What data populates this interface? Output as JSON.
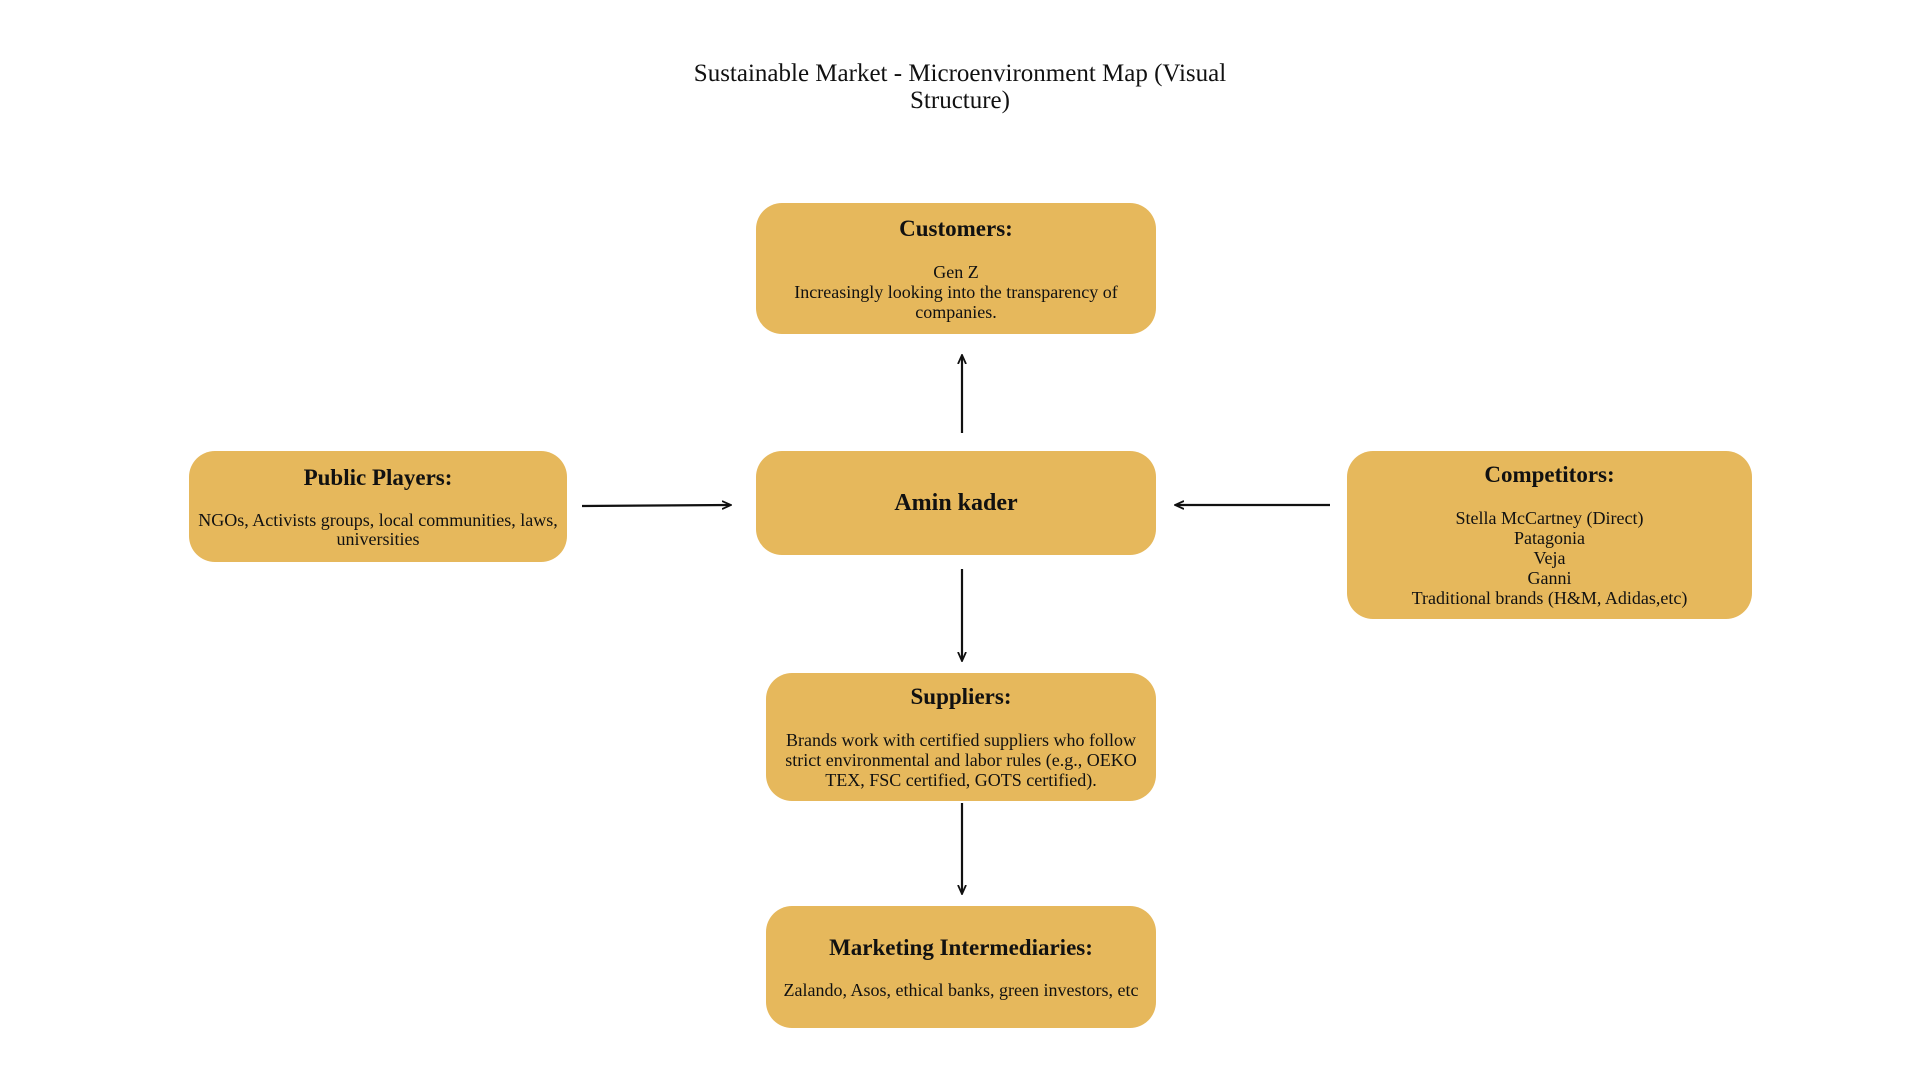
{
  "title": "Sustainable Market - Microenvironment Map (Visual Structure)",
  "colors": {
    "box_fill": "#E6B85C",
    "arrow": "#111111",
    "background": "#FFFFFF"
  },
  "center": {
    "label": "Amin kader"
  },
  "customers": {
    "heading": "Customers:",
    "lines": [
      "Gen Z",
      "Increasingly looking into the transparency of companies."
    ]
  },
  "public_players": {
    "heading": "Public Players:",
    "lines": [
      "NGOs, Activists groups, local communities, laws, universities"
    ]
  },
  "competitors": {
    "heading": "Competitors:",
    "lines": [
      "Stella McCartney (Direct)",
      "Patagonia",
      "Veja",
      "Ganni",
      "Traditional brands (H&M, Adidas,etc)"
    ]
  },
  "suppliers": {
    "heading": "Suppliers:",
    "lines": [
      "Brands work with certified suppliers who follow strict environmental and labor rules (e.g., OEKO TEX, FSC certified, GOTS certified)."
    ]
  },
  "intermediaries": {
    "heading": "Marketing Intermediaries:",
    "lines": [
      "Zalando, Asos, ethical banks, green investors, etc"
    ]
  }
}
